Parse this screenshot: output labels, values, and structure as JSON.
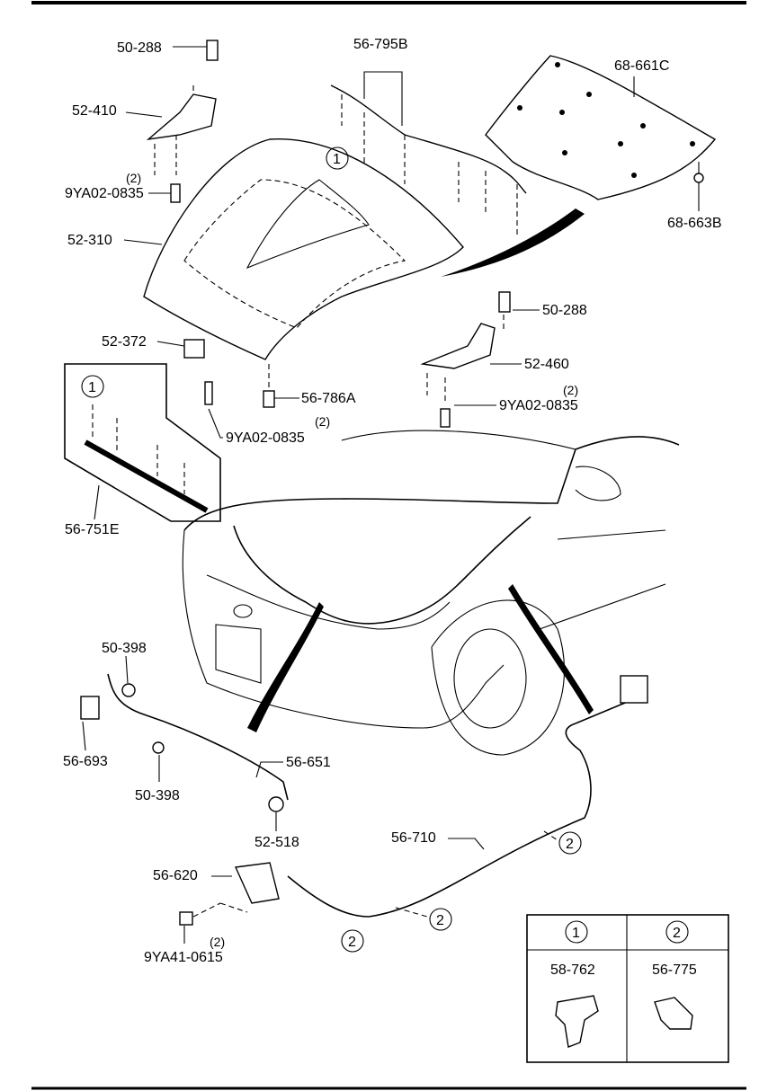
{
  "callouts": {
    "hinge_bolt_left": "50-288",
    "hinge_left": "52-410",
    "bolt_left_qty": "(2)",
    "bolt_left": "9YA02-0835",
    "hood": "52-310",
    "seal_top": "56-795B",
    "insulator": "68-661C",
    "insulator_clip": "68-663B",
    "hinge_bolt_right": "50-288",
    "hinge_right": "52-460",
    "bolt_right_qty": "(2)",
    "bolt_right": "9YA02-0835",
    "stay_holder": "52-372",
    "cushion": "56-786A",
    "bolt_center_qty": "(2)",
    "bolt_center": "9YA02-0835",
    "seal_front": "56-751E",
    "grommet_upper": "50-398",
    "stay": "56-693",
    "grommet_lower": "50-398",
    "stay_rod": "56-651",
    "stay_clip": "52-518",
    "release_cable": "56-710",
    "hood_lock": "56-620",
    "lock_bolt_qty": "(2)",
    "lock_bolt": "9YA41-0615"
  },
  "reference_marks": {
    "one": "1",
    "two": "2"
  },
  "legend_table": {
    "headers": [
      "1",
      "2"
    ],
    "parts": [
      "58-762",
      "56-775"
    ]
  }
}
